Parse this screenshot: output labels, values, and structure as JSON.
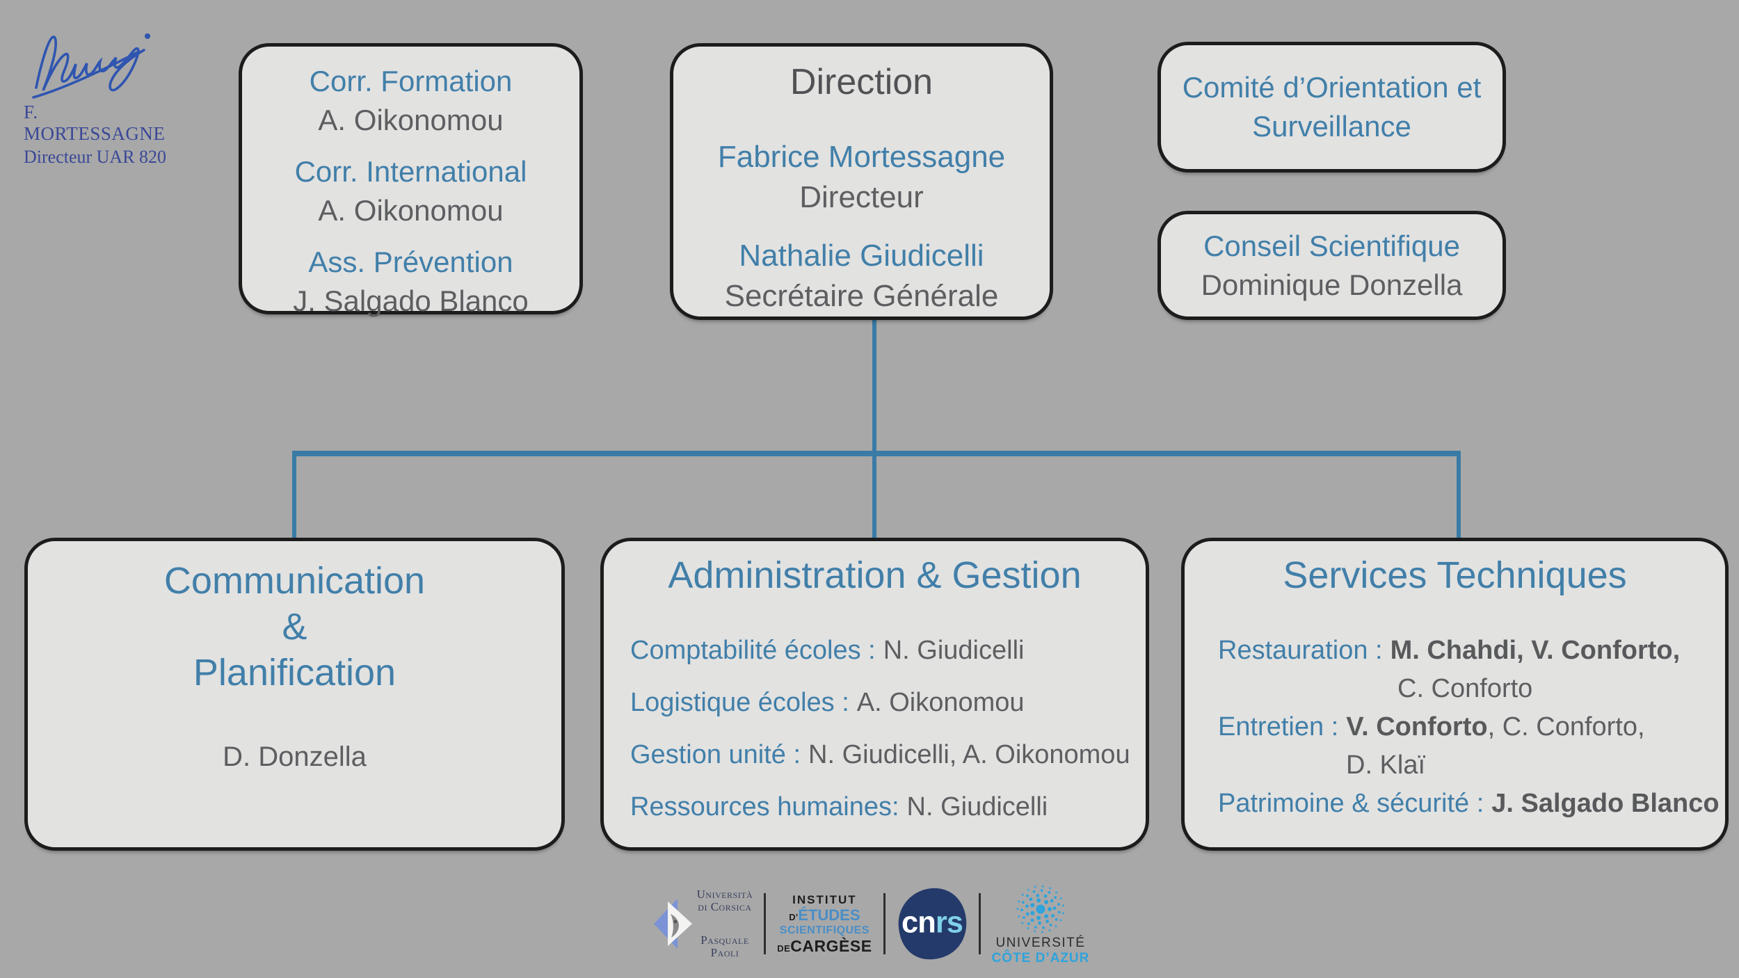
{
  "colors": {
    "background": "#a8a8a8",
    "box_fill": "#e2e2e1",
    "box_border": "#1c1c1c",
    "accent_blue": "#417fa9",
    "text_gray": "#5d5e60",
    "connector_blue": "#3a7ba6",
    "signature_text": "#3a4897",
    "signature_ink": "#2f55b0",
    "cnrs_navy": "#243a6b",
    "uca_blue": "#2ea3dc",
    "iesc_blue": "#4a8ec6"
  },
  "signature": {
    "name": "F. MORTESSAGNE",
    "role": "Directeur UAR 820"
  },
  "boxes": {
    "roles": {
      "items": [
        {
          "label": "Corr. Formation",
          "name": "A. Oikonomou"
        },
        {
          "label": "Corr. International",
          "name": "A. Oikonomou"
        },
        {
          "label": "Ass. Prévention",
          "name": "J. Salgado Blanco"
        }
      ]
    },
    "direction": {
      "title": "Direction",
      "members": [
        {
          "name": "Fabrice Mortessagne",
          "role": "Directeur"
        },
        {
          "name": "Nathalie Giudicelli",
          "role": "Secrétaire Générale"
        }
      ]
    },
    "comite": {
      "line1": "Comité d’Orientation et",
      "line2": "Surveillance"
    },
    "conseil": {
      "title": "Conseil Scientifique",
      "name": "Dominique Donzella"
    },
    "communication": {
      "line1": "Communication",
      "line2": "&",
      "line3": "Planification",
      "name": "D. Donzella"
    },
    "administration": {
      "title": "Administration & Gestion",
      "rows": [
        {
          "label": "Comptabilité écoles :",
          "value": "N. Giudicelli"
        },
        {
          "label": "Logistique écoles :",
          "value": "A. Oikonomou"
        },
        {
          "label": "Gestion unité :",
          "value": "N. Giudicelli, A. Oikonomou"
        },
        {
          "label": "Ressources humaines:",
          "value": "N. Giudicelli"
        }
      ]
    },
    "services": {
      "title": "Services Techniques",
      "row1": {
        "label": "Restauration :",
        "bold": "M. Chahdi, V. Conforto,"
      },
      "row2": {
        "cont": "C. Conforto"
      },
      "row3": {
        "label": "Entretien :",
        "bold": "V. Conforto",
        "rest": ", C. Conforto,"
      },
      "row4": {
        "cont": "D. Klaï"
      },
      "row5": {
        "label": "Patrimoine & sécurité :",
        "bold": "J. Salgado Blanco"
      }
    }
  },
  "footer": {
    "corsica": {
      "line1": "Università",
      "line2": "di Corsica",
      "line3": "Pasquale",
      "line4": "Paoli"
    },
    "iesc": {
      "line1": "INSTITUT",
      "line2_prefix": "D’",
      "line2": "ÉTUDES",
      "line3": "SCIENTIFIQUES",
      "line4_prefix": "DE",
      "line4": "CARGÈSE"
    },
    "cnrs": {
      "part1": "cn",
      "part2": "rs"
    },
    "uca": {
      "line1": "UNIVERSITÉ",
      "line2": "CÔTE D’AZUR"
    }
  }
}
